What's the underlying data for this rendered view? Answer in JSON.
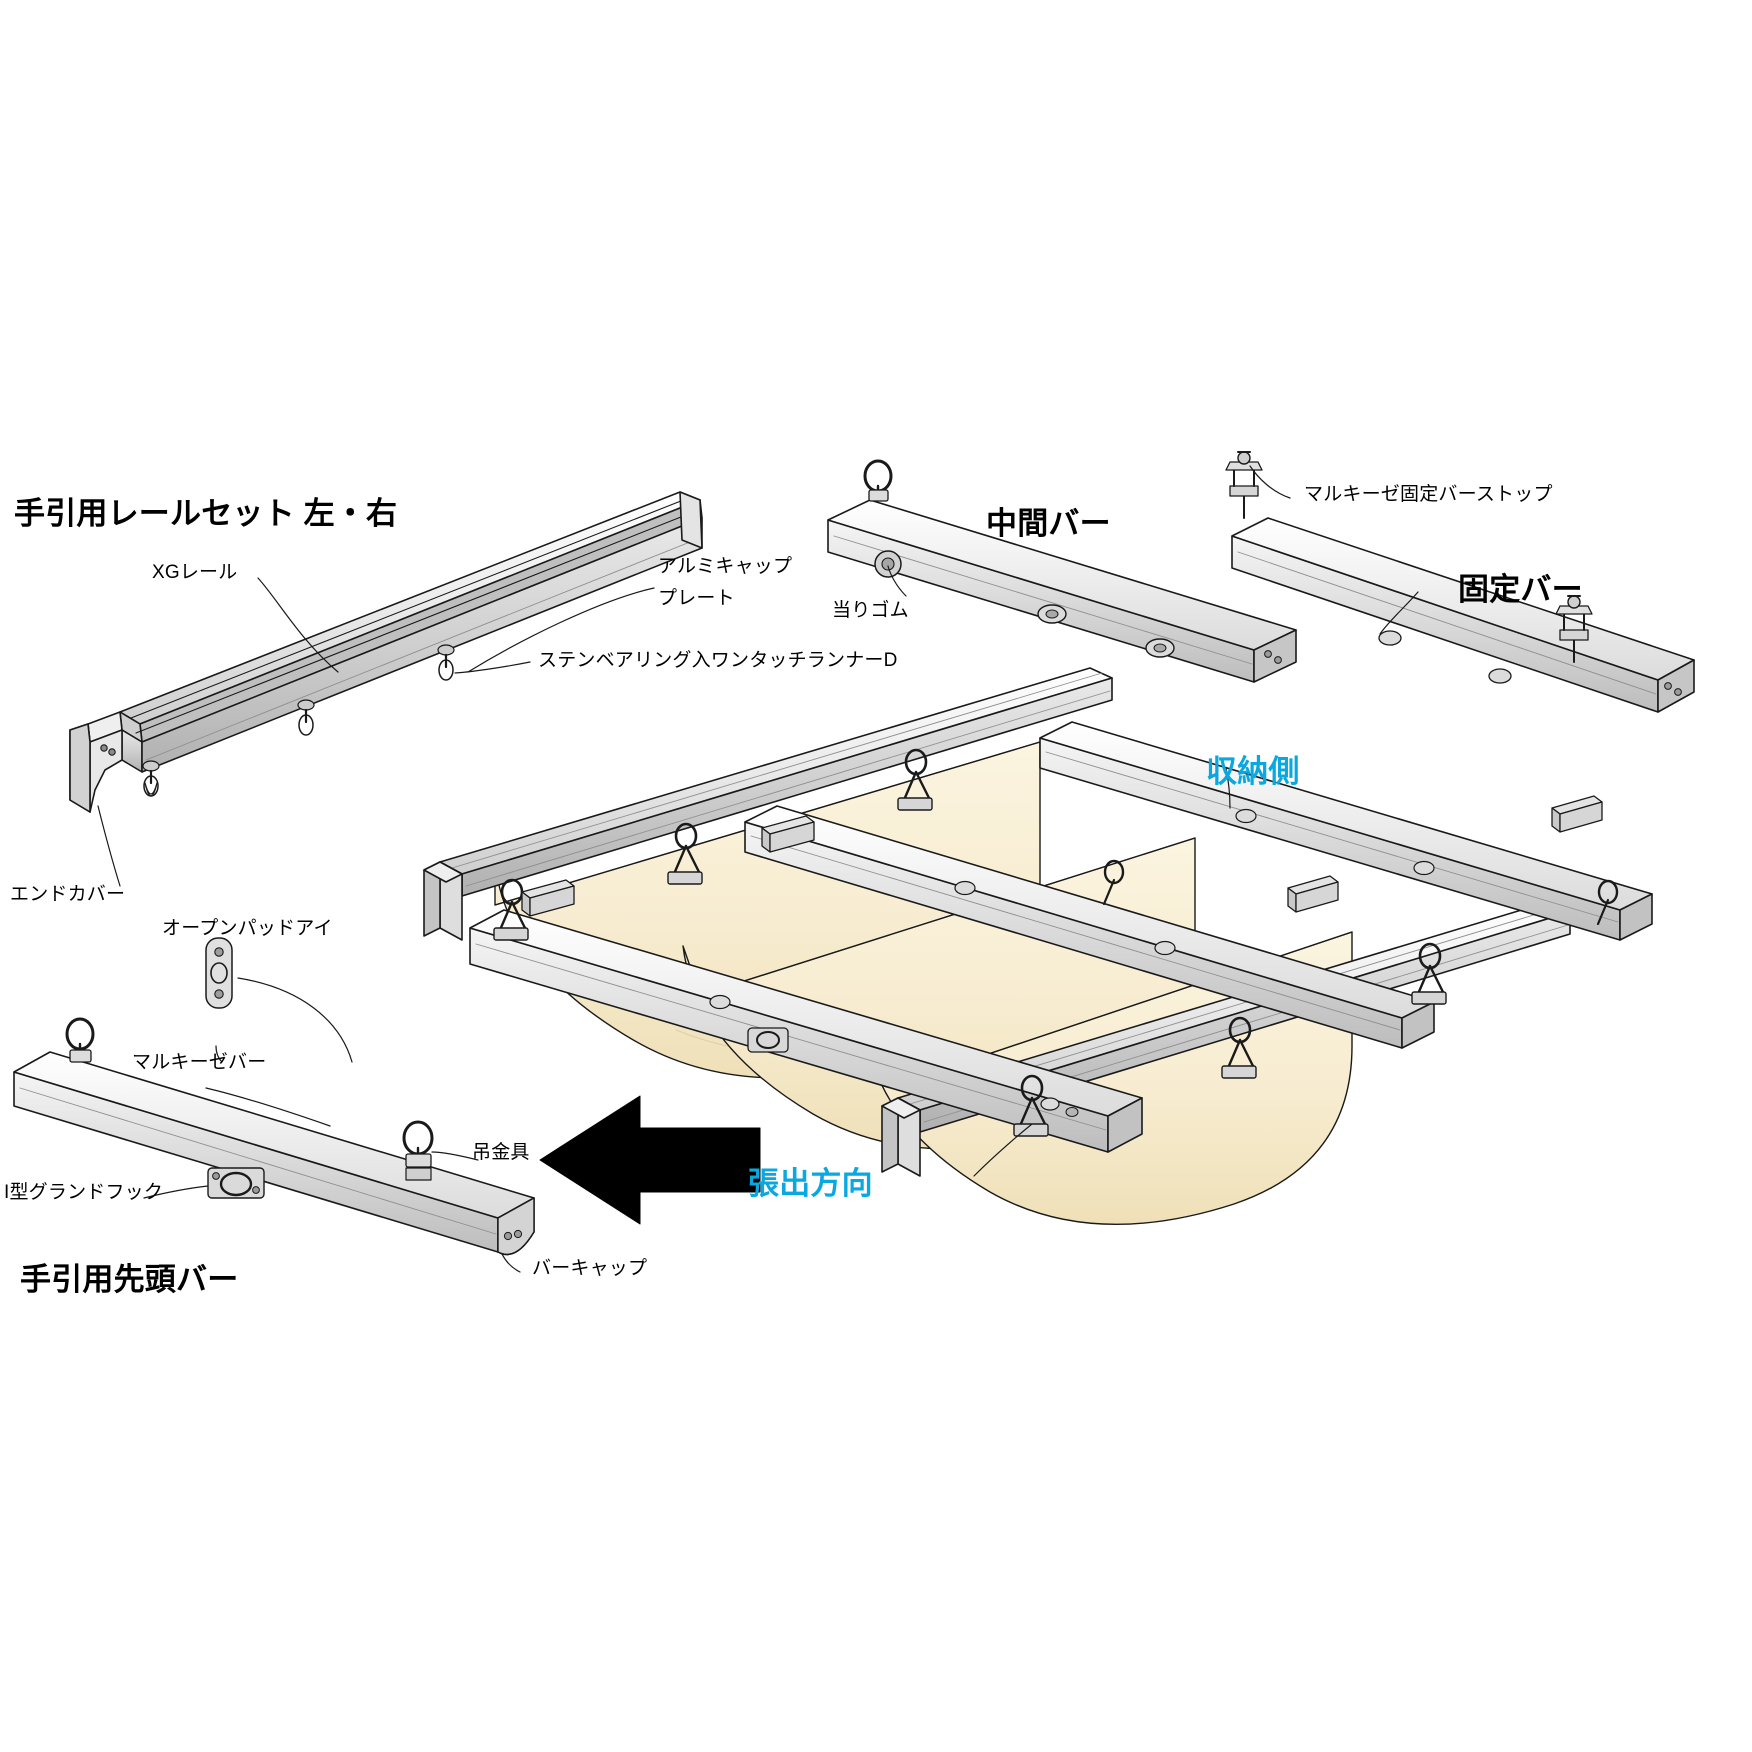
{
  "diagram": {
    "title_parts": [
      {
        "key": "rail_set",
        "text": "手引用レールセット 左・右"
      },
      {
        "key": "middle_bar",
        "text": "中間バー"
      },
      {
        "key": "fixed_bar",
        "text": "固定バー"
      },
      {
        "key": "front_bar",
        "text": "手引用先頭バー"
      }
    ],
    "callouts": [
      {
        "key": "xg_rail",
        "text": "XGレール"
      },
      {
        "key": "alumi_cap_plate_line1",
        "text": "アルミキャップ"
      },
      {
        "key": "alumi_cap_plate_line2",
        "text": "プレート"
      },
      {
        "key": "runner_d",
        "text": "ステンベアリング入ワンタッチランナーD"
      },
      {
        "key": "end_cover",
        "text": "エンドカバー"
      },
      {
        "key": "open_pad_eye",
        "text": "オープンパッドアイ"
      },
      {
        "key": "atari_rubber",
        "text": "当りゴム"
      },
      {
        "key": "marquise_fixed_bar_stop",
        "text": "マルキーゼ固定バーストップ"
      },
      {
        "key": "marquise_bar",
        "text": "マルキーゼバー"
      },
      {
        "key": "hanging_bracket",
        "text": "吊金具"
      },
      {
        "key": "i_type_ground_hook",
        "text": "I型グランドフック"
      },
      {
        "key": "bar_cap",
        "text": "バーキャップ"
      }
    ],
    "annotations": [
      {
        "key": "storage_side",
        "text": "収納側",
        "color": "#0aa8e0"
      },
      {
        "key": "extend_direction",
        "text": "張出方向",
        "color": "#0aa8e0"
      }
    ],
    "colors": {
      "accent_blue": "#0aa8e0",
      "fabric": "#faf0d2",
      "metal_light": "#f2f2f2",
      "metal_mid": "#d8d8d8",
      "metal_dark": "#a8a8a8",
      "line": "#1a1a1a"
    }
  }
}
